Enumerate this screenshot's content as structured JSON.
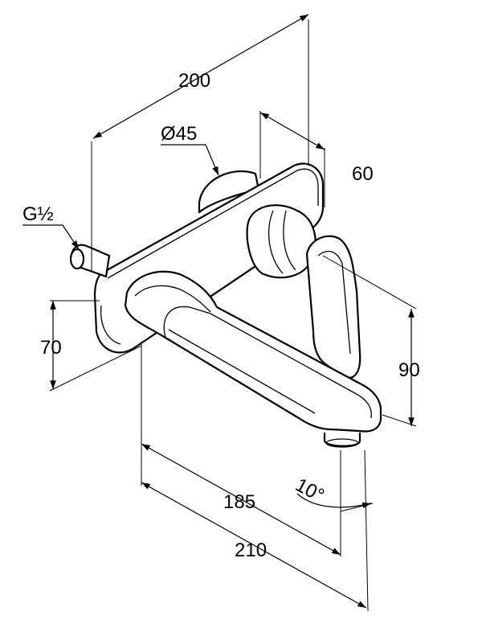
{
  "dimensions": {
    "width_overall": "200",
    "flange_diameter": "Ø45",
    "depth": "60",
    "thread": "G½",
    "height_left": "70",
    "height_right": "90",
    "spout_reach": "185",
    "total_reach": "210",
    "angle": "10°"
  },
  "colors": {
    "line": "#000000",
    "background": "#ffffff"
  }
}
